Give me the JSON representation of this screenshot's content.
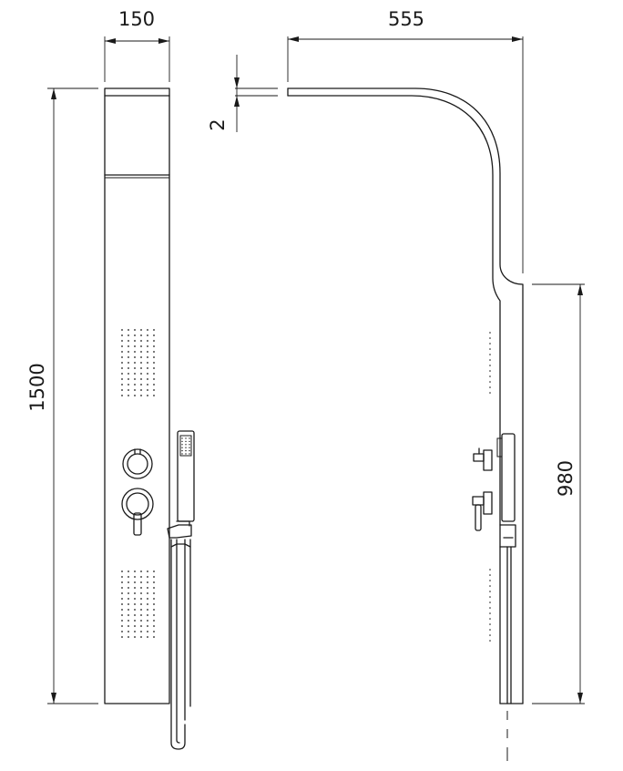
{
  "dimensions": {
    "front_width": "150",
    "front_height": "1500",
    "side_reach": "555",
    "side_gap": "2",
    "side_height": "980"
  }
}
